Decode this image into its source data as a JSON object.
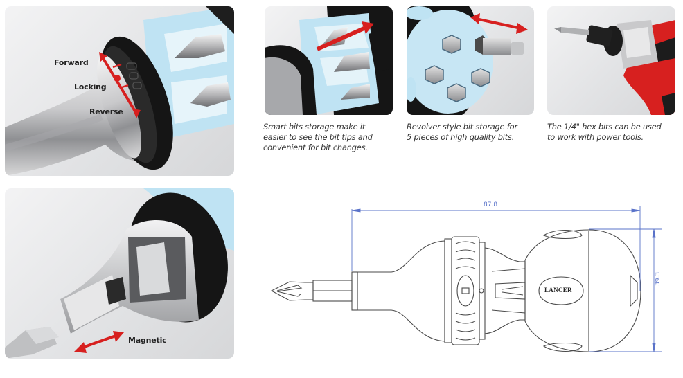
{
  "panels": {
    "ratchet": {
      "callouts": {
        "forward": "Forward",
        "locking": "Locking",
        "reverse": "Reverse"
      }
    },
    "smart_storage": {
      "caption_lines": [
        "Smart bits storage make it",
        "easier to see the bit tips and",
        "convenient for bit changes."
      ]
    },
    "revolver": {
      "caption_lines": [
        "Revolver style bit storage for",
        "5 pieces of high quality bits."
      ]
    },
    "power_tools": {
      "caption_lines": [
        "The 1/4\" hex bits can be used",
        "to work with power tools."
      ]
    },
    "magnetic": {
      "callout": "Magnetic"
    }
  },
  "technical_drawing": {
    "length_dimension": "87.8",
    "height_dimension": "39.3",
    "brand_logo": "LANCER"
  },
  "colors": {
    "accent_red": "#d7201f",
    "handle_blue": "#bfe3f3",
    "ring_black": "#151515",
    "dimension_blue": "#5a73c9"
  }
}
